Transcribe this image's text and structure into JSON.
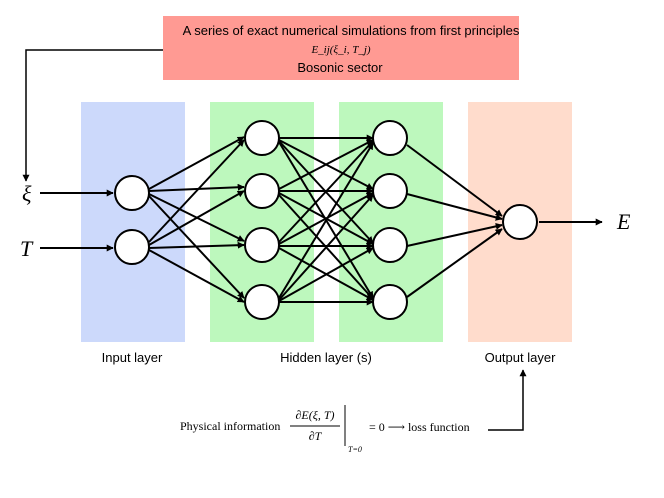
{
  "header": {
    "line1": "A series of exact numerical simulations from first principles",
    "line2": "E_ij(ξ_i, T_j)",
    "line3": "Bosonic sector"
  },
  "inputs": {
    "xi": "ξ",
    "t": "T"
  },
  "output": {
    "e": "E"
  },
  "layers": {
    "input_label": "Input layer",
    "hidden_label": "Hidden layer (s)",
    "output_label": "Output layer"
  },
  "physics": {
    "prefix": "Physical information",
    "numerator": "∂E(ξ, T)",
    "denominator": "∂T",
    "subscript": "T=0",
    "suffix": "= 0 ⟶ loss function"
  },
  "colors": {
    "header_bg": "#ff9a93",
    "input_bg": "#ccd9fb",
    "hidden_bg": "#bdf8bd",
    "output_bg": "#ffdccc"
  }
}
